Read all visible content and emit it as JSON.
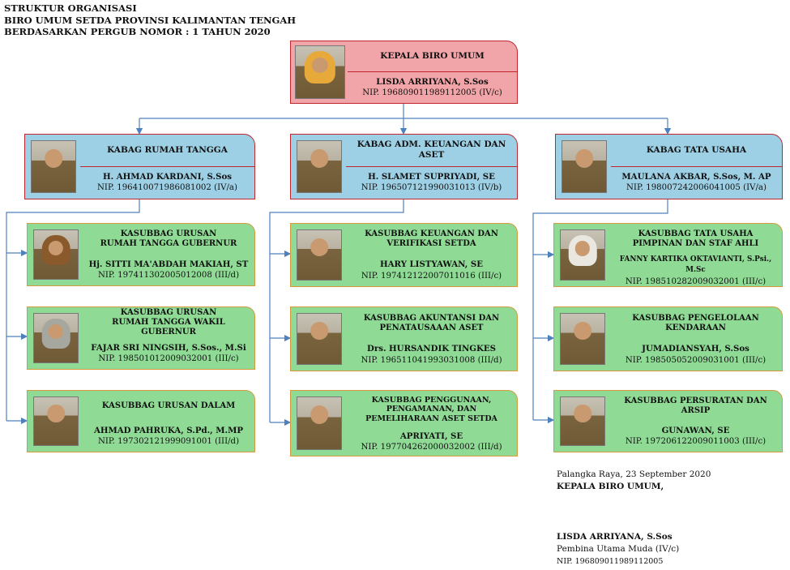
{
  "header": {
    "line1": "STRUKTUR ORGANISASI",
    "line2": "BIRO UMUM SETDA PROVINSI KALIMANTAN TENGAH",
    "line3": "BERDASARKAN PERGUB NOMOR : 1 TAHUN 2020"
  },
  "head": {
    "title": "KEPALA BIRO UMUM",
    "name": "LISDA ARRIYANA, S.Sos",
    "nip": "NIP. 196809011989112005 (IV/c)"
  },
  "kabag": [
    {
      "title": "KABAG RUMAH TANGGA",
      "name": "H. AHMAD KARDANI, S.Sos",
      "nip": "NIP. 196410071986081002 (IV/a)"
    },
    {
      "title": "KABAG ADM. KEUANGAN DAN ASET",
      "name": "H. SLAMET SUPRIYADI, SE",
      "nip": "NIP. 196507121990031013 (IV/b)"
    },
    {
      "title": "KABAG TATA USAHA",
      "name": "MAULANA AKBAR, S.Sos, M. AP",
      "nip": "NIP. 198007242006041005 (IV/a)"
    }
  ],
  "subbag": [
    {
      "title": "KASUBBAG URUSAN\nRUMAH TANGGA GUBERNUR",
      "name": "Hj. SITTI MA'ABDAH MAKIAH, ST",
      "nip": "NIP. 197411302005012008 (III/d)"
    },
    {
      "title": "KASUBBAG URUSAN\nRUMAH TANGGA WAKIL GUBERNUR",
      "name": "FAJAR SRI NINGSIH, S.Sos., M.Si",
      "nip": "NIP. 198501012009032001 (III/c)"
    },
    {
      "title": "KASUBBAG URUSAN DALAM",
      "name": "AHMAD PAHRUKA, S.Pd., M.MP",
      "nip": "NIP. 197302121999091001 (III/d)"
    },
    {
      "title": "KASUBBAG KEUANGAN DAN VERIFIKASI SETDA",
      "name": "HARY LISTYAWAN, SE",
      "nip": "NIP. 197412122007011016 (III/c)"
    },
    {
      "title": "KASUBBAG AKUNTANSI DAN PENATAUSAAAN ASET",
      "name": "Drs. HURSANDIK TINGKES",
      "nip": "NIP. 196511041993031008 (III/d)"
    },
    {
      "title": "KASUBBAG PENGGUNAAN, PENGAMANAN, DAN PEMELIHARAAN ASET SETDA",
      "name": "APRIYATI, SE",
      "nip": "NIP. 197704262000032002 (III/d)"
    },
    {
      "title": "KASUBBAG TATA USAHA PIMPINAN DAN STAF AHLI",
      "name": "FANNY KARTIKA OKTAVIANTI, S.Psi., M.Sc",
      "nip": "NIP. 198510282009032001 (III/c)"
    },
    {
      "title": "KASUBBAG PENGELOLAAN KENDARAAN",
      "name": "JUMADIANSYAH, S.Sos",
      "nip": "NIP. 198505052009031001 (III/c)"
    },
    {
      "title": "KASUBBAG PERSURATAN DAN ARSIP",
      "name": "GUNAWAN, SE",
      "nip": "NIP. 197206122009011003 (III/c)"
    }
  ],
  "footer": {
    "place_date": "Palangka Raya, 23 September 2020",
    "position": "KEPALA BIRO UMUM,",
    "signer": "LISDA ARRIYANA, S.Sos",
    "rank": "Pembina Utama Muda (IV/c)",
    "nip": "NIP. 196809011989112005"
  },
  "colors": {
    "head_fill": "#f2a5a8",
    "kabag_fill": "#9ed0e5",
    "subbag_fill": "#8fdb95",
    "border_red": "#c0262e",
    "border_orange": "#d59a3c",
    "connector": "#4f81bd"
  }
}
